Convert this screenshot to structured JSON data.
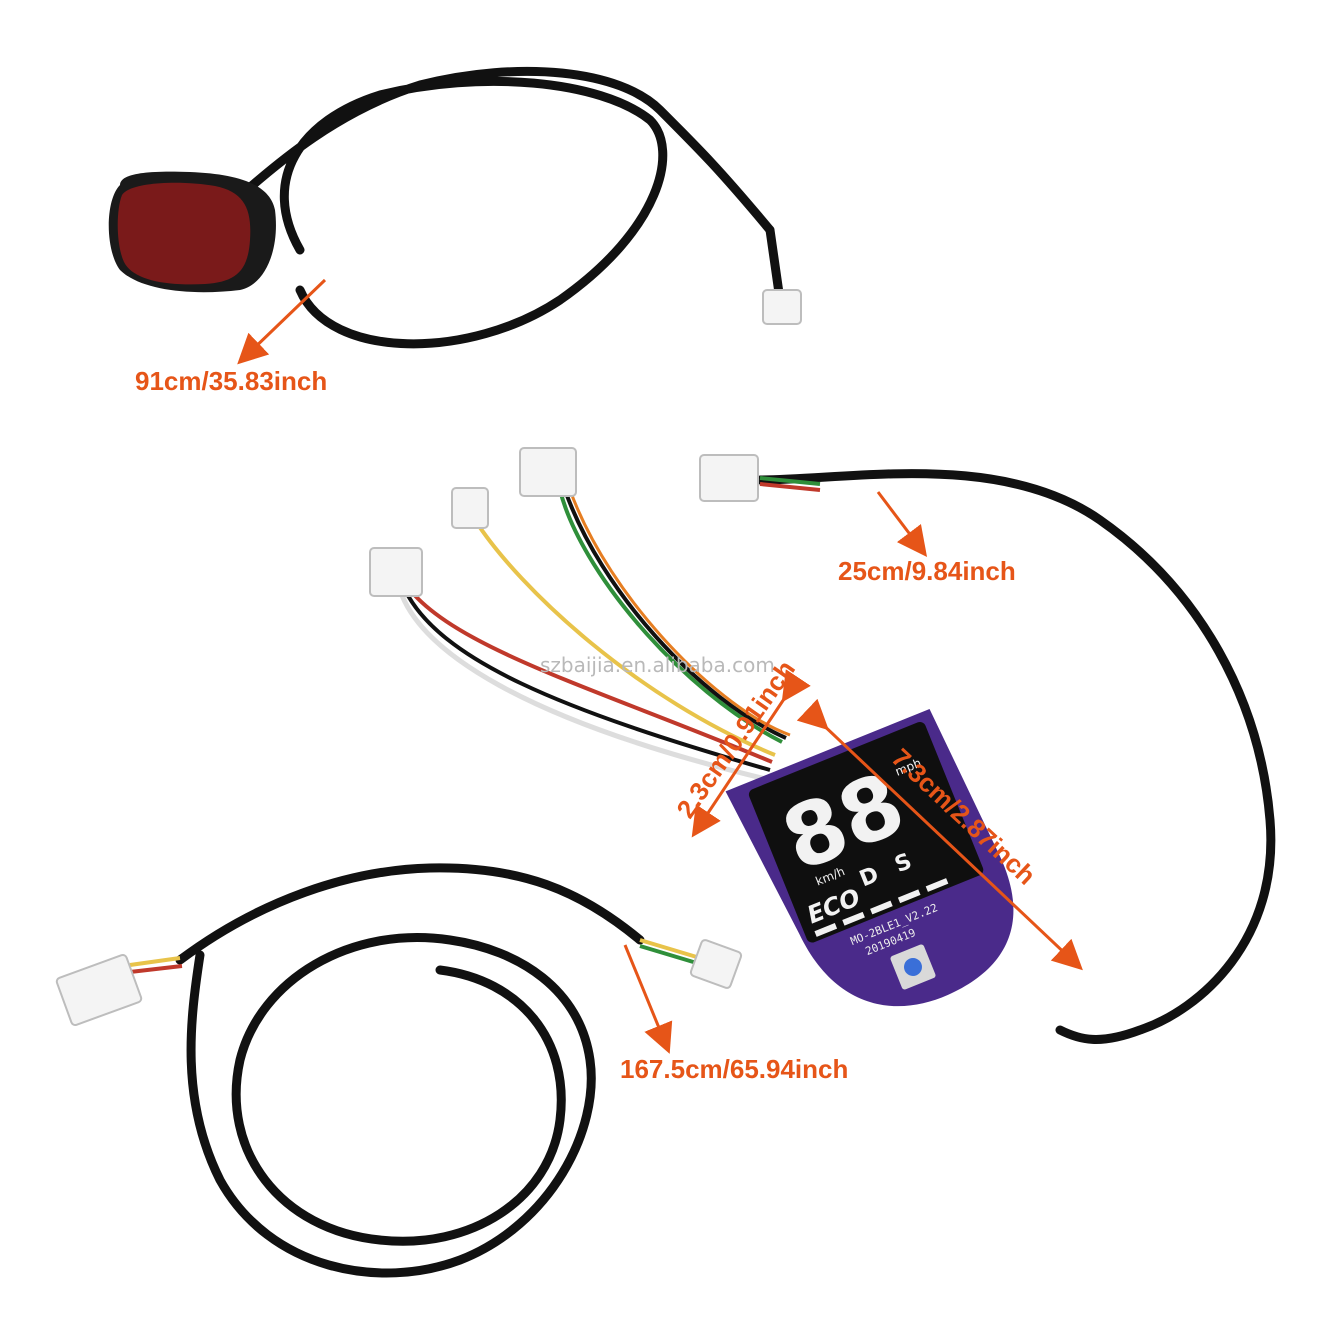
{
  "labels": {
    "taillight_cable": "91cm/35.83inch",
    "dashboard_cable": "25cm/9.84inch",
    "board_width": "2.3cm/0.91inch",
    "board_length": "7.3cm/2.87inch",
    "long_cable": "167.5cm/65.94inch"
  },
  "watermark": "szbaijia.en.alibaba.com",
  "display": {
    "digits": "88",
    "unit_left": "km/h",
    "unit_right": "mph",
    "mode_eco": "ECO",
    "mode_d": "D",
    "mode_s": "S",
    "pcb_model": "MO-2BLE1_V2.22",
    "pcb_date": "20190419"
  },
  "colors": {
    "annotation": "#e65518",
    "cable": "#111111",
    "pcb": "#4a2a8a",
    "connector": "#f4f4f4",
    "taillight_lens": "#7a1a1a"
  }
}
